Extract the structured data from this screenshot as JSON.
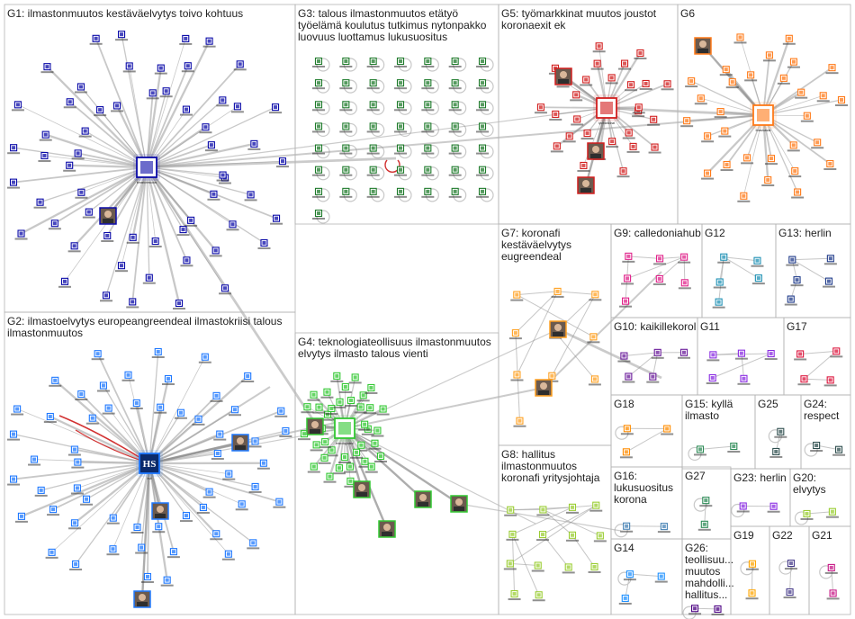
{
  "title": "",
  "groups": [
    {
      "id": "G1",
      "lines": [
        "G1: ilmastonmuutos kestäväelvytys toivo kohtuus"
      ],
      "color": "#0a0aa8",
      "nodes": 58
    },
    {
      "id": "G2",
      "lines": [
        "G2: ilmastoelvytys europeangreendeal ilmastokriisi talous",
        "ilmastonmuutos"
      ],
      "color": "#1e78ff",
      "nodes": 56
    },
    {
      "id": "G3",
      "lines": [
        "G3: talous ilmastonmuutos etätyö",
        "työelämä koulutus tutkimus nytonpakko",
        "luovuus luottamus lukusuositus"
      ],
      "color": "#1d7a2a",
      "nodes": 50
    },
    {
      "id": "G4",
      "lines": [
        "G4: teknologiateollisuus ilmastonmuutos",
        "elvytys ilmasto talous vienti"
      ],
      "color": "#32c832",
      "nodes": 38
    },
    {
      "id": "G5",
      "lines": [
        "G5: työmarkkinat muutos joustot",
        "koronaexit ek"
      ],
      "color": "#d21e1e",
      "nodes": 28
    },
    {
      "id": "G6",
      "lines": [
        "G6"
      ],
      "color": "#ff7a18",
      "nodes": 30
    },
    {
      "id": "G7",
      "lines": [
        "G7: koronafi",
        "kestäväelvytys",
        "eugreendeal"
      ],
      "color": "#ffa020",
      "nodes": 10
    },
    {
      "id": "G8",
      "lines": [
        "G8: hallitus",
        "ilmastonmuutos",
        "koronafi yritysjohtaja"
      ],
      "color": "#9acd32",
      "nodes": 14
    },
    {
      "id": "G9",
      "lines": [
        "G9: calledoniahub"
      ],
      "color": "#e0218a",
      "nodes": 7
    },
    {
      "id": "G10",
      "lines": [
        "G10: kaikillekorol"
      ],
      "color": "#6a1b9a",
      "nodes": 5
    },
    {
      "id": "G11",
      "lines": [
        "G11"
      ],
      "color": "#8a2be2",
      "nodes": 5
    },
    {
      "id": "G12",
      "lines": [
        "G12"
      ],
      "color": "#1e90b4",
      "nodes": 5
    },
    {
      "id": "G13",
      "lines": [
        "G13: herlin"
      ],
      "color": "#1e3a8a",
      "nodes": 5
    },
    {
      "id": "G14",
      "lines": [
        "G14"
      ],
      "color": "#1e90ff",
      "nodes": 3
    },
    {
      "id": "G15",
      "lines": [
        "G15: kyllä",
        "ilmasto"
      ],
      "color": "#2e8b57",
      "nodes": 2
    },
    {
      "id": "G16",
      "lines": [
        "G16:",
        "lukusuositus",
        "korona"
      ],
      "color": "#4682b4",
      "nodes": 2
    },
    {
      "id": "G17",
      "lines": [
        "G17"
      ],
      "color": "#dc143c",
      "nodes": 4
    },
    {
      "id": "G18",
      "lines": [
        "G18"
      ],
      "color": "#ff8c00",
      "nodes": 3
    },
    {
      "id": "G19",
      "lines": [
        "G19"
      ],
      "color": "#ffa500",
      "nodes": 2
    },
    {
      "id": "G20",
      "lines": [
        "G20:",
        "elvytys"
      ],
      "color": "#9acd32",
      "nodes": 2
    },
    {
      "id": "G21",
      "lines": [
        "G21"
      ],
      "color": "#c71585",
      "nodes": 2
    },
    {
      "id": "G22",
      "lines": [
        "G22"
      ],
      "color": "#483d8b",
      "nodes": 2
    },
    {
      "id": "G23",
      "lines": [
        "G23: herlin"
      ],
      "color": "#8a2be2",
      "nodes": 2
    },
    {
      "id": "G24",
      "lines": [
        "G24:",
        "respect"
      ],
      "color": "#2f4f4f",
      "nodes": 2
    },
    {
      "id": "G25",
      "lines": [
        "G25"
      ],
      "color": "#2f4f4f",
      "nodes": 2
    },
    {
      "id": "G26",
      "lines": [
        "G26:",
        "teollisuu...",
        "muutos",
        "mahdolli...",
        "hallitus..."
      ],
      "color": "#4b0082",
      "nodes": 2
    },
    {
      "id": "G27",
      "lines": [
        "G27"
      ],
      "color": "#2e8b57",
      "nodes": 2
    }
  ],
  "hub_labels": {
    "G1": "ilmastonmuutos",
    "G2": "hsfi",
    "G4": "teknologiateol",
    "G5": "tyomarkkinat",
    "G6": "ilmastoasiat"
  },
  "hub_badges": {
    "G2": "HS"
  }
}
